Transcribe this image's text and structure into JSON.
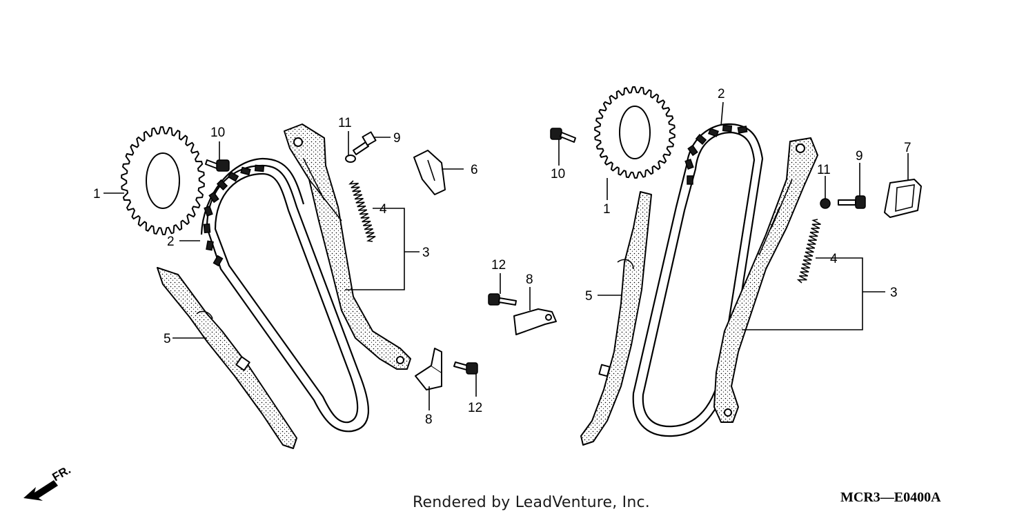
{
  "diagram": {
    "credit": "Rendered by LeadVenture, Inc.",
    "diagram_code": "MCR3—E0400A",
    "direction_label": "FR.",
    "callouts": {
      "left": {
        "c1": "1",
        "c2": "2",
        "c3": "3",
        "c4": "4",
        "c5": "5",
        "c6": "6",
        "c8a": "8",
        "c8b": "8",
        "c9": "9",
        "c10": "10",
        "c11": "11",
        "c12a": "12",
        "c12b": "12"
      },
      "right": {
        "c1": "1",
        "c2": "2",
        "c3": "3",
        "c4": "4",
        "c5": "5",
        "c7": "7",
        "c9": "9",
        "c10": "10",
        "c11": "11"
      }
    }
  }
}
